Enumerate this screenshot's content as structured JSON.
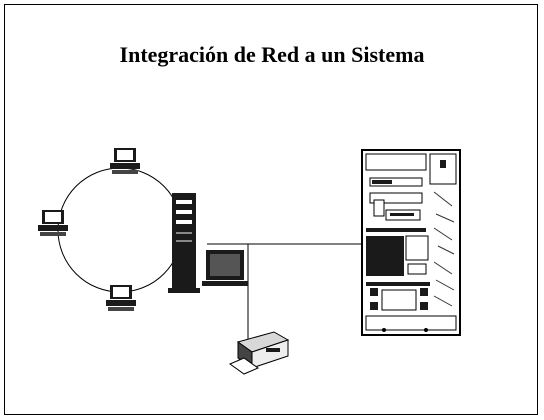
{
  "slide": {
    "title": "Integración de Red a un Sistema"
  },
  "diagram": {
    "nodes": [
      {
        "name": "workstation-top",
        "icon": "computer-icon"
      },
      {
        "name": "workstation-left",
        "icon": "computer-icon"
      },
      {
        "name": "workstation-bottom",
        "icon": "computer-icon"
      },
      {
        "name": "server-tower",
        "icon": "server-tower-icon"
      },
      {
        "name": "monitor",
        "icon": "monitor-icon"
      },
      {
        "name": "printer",
        "icon": "printer-icon"
      },
      {
        "name": "mainframe-rack",
        "icon": "mainframe-icon"
      }
    ],
    "colors": {
      "line": "#000000",
      "device": "#1a1a1a",
      "screen": "#ffffff"
    }
  }
}
